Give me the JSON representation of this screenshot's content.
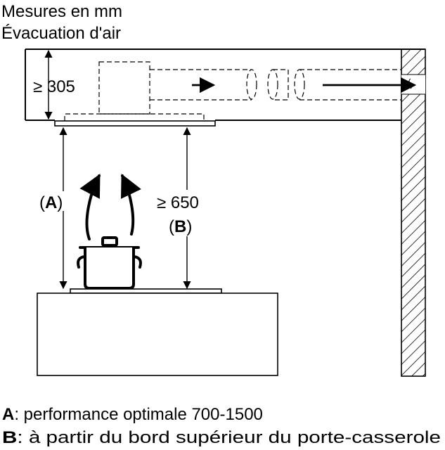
{
  "header": {
    "title": "Mesures en mm",
    "subtitle": "Évacuation d'air"
  },
  "dimensions": {
    "ceiling_gap": "≥ 305",
    "label_a": "A",
    "min_height": "≥ 650",
    "label_b": "B"
  },
  "legend": [
    {
      "key": "A",
      "text": ": performance optimale 700-1500"
    },
    {
      "key": "B",
      "text": ": à partir du bord supérieur du porte-casserole"
    }
  ]
}
